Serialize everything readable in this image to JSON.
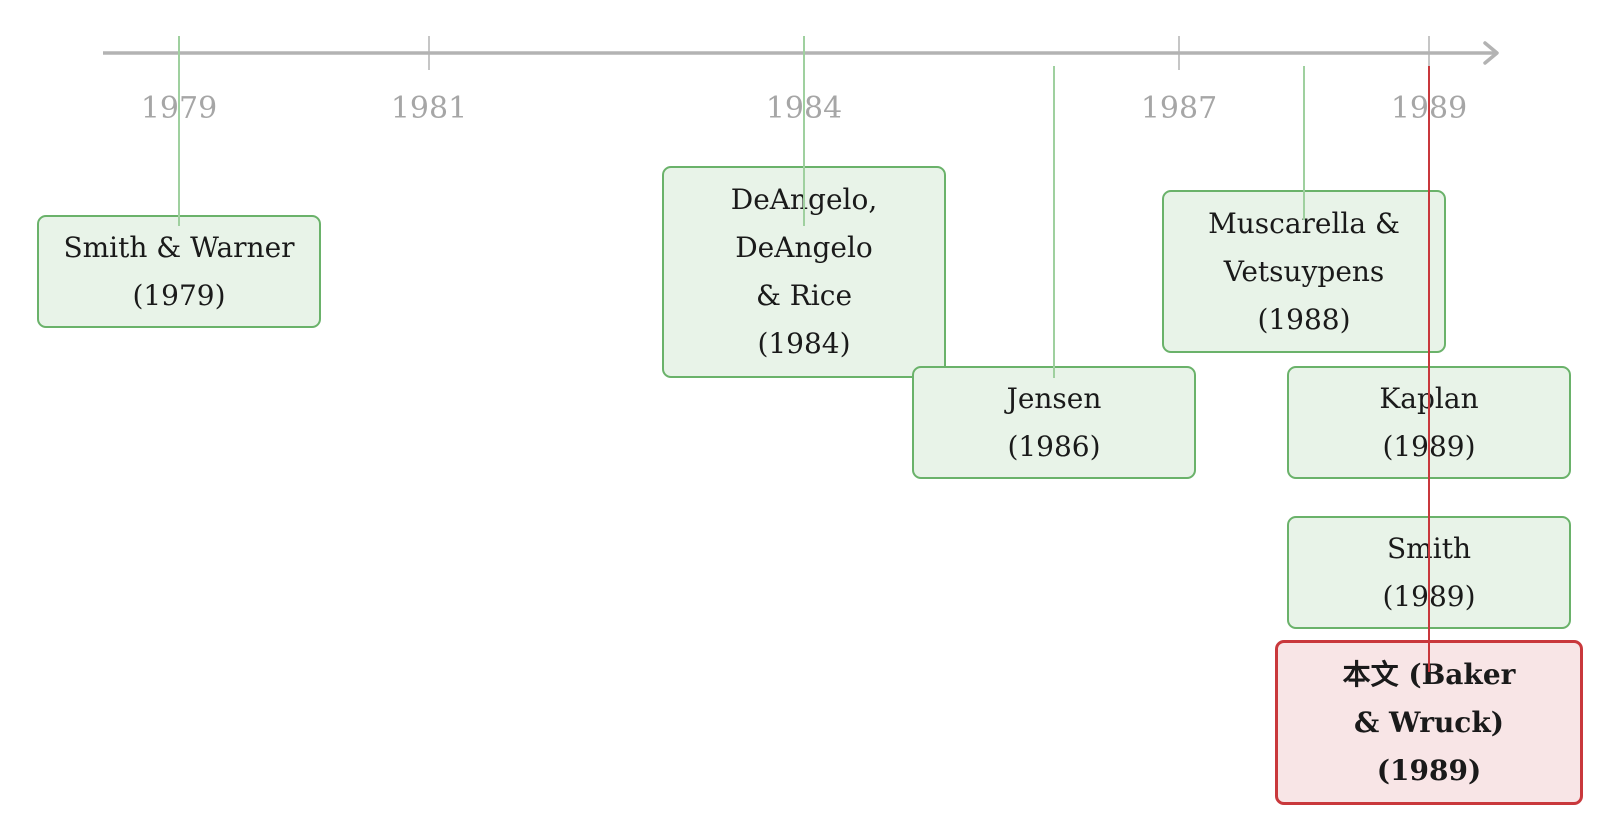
{
  "timeline": {
    "ticks": [
      {
        "year": "1979",
        "pos": 0
      },
      {
        "year": "1981",
        "pos": 2
      },
      {
        "year": "1984",
        "pos": 5
      },
      {
        "year": "1987",
        "pos": 8
      },
      {
        "year": "1989",
        "pos": 10
      }
    ]
  },
  "works": [
    {
      "id": "smith-warner-1979",
      "lines": [
        "Smith & Warner",
        "(1979)"
      ],
      "pos": 0,
      "kind": "reference"
    },
    {
      "id": "deangelo-rice-1984",
      "lines": [
        "DeAngelo,",
        "DeAngelo",
        "& Rice",
        "(1984)"
      ],
      "pos": 5,
      "kind": "reference"
    },
    {
      "id": "jensen-1986",
      "lines": [
        "Jensen",
        "(1986)"
      ],
      "pos": 7,
      "kind": "reference"
    },
    {
      "id": "muscarella-vetsuypens-1988",
      "lines": [
        "Muscarella &",
        "Vetsuypens",
        "(1988)"
      ],
      "pos": 9,
      "kind": "reference"
    },
    {
      "id": "kaplan-1989",
      "lines": [
        "Kaplan",
        "(1989)"
      ],
      "pos": 10,
      "kind": "reference"
    },
    {
      "id": "smith-1989",
      "lines": [
        "Smith",
        "(1989)"
      ],
      "pos": 10,
      "kind": "reference"
    },
    {
      "id": "this-paper-baker-wruck-1989",
      "lines": [
        "本文 (Baker",
        "& Wruck)",
        "(1989)"
      ],
      "pos": 10,
      "kind": "this-paper"
    }
  ],
  "colors": {
    "axis": "#b3b3b3",
    "tick_label": "#a6a6a6",
    "reference_fill": "#e8f3e8",
    "reference_border": "#6ab26a",
    "reference_connector": "#9fd09f",
    "this_paper_fill": "#f8e5e6",
    "this_paper_border": "#c9383c",
    "this_paper_connector": "#c9383c"
  }
}
